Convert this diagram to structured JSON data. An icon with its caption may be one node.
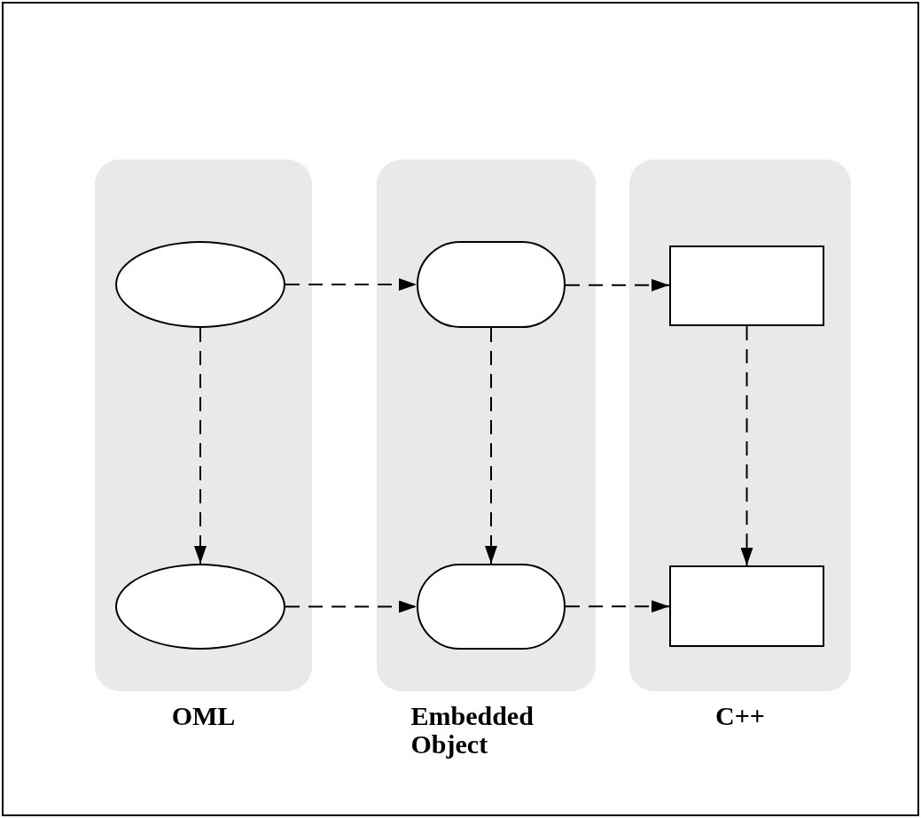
{
  "diagram": {
    "nodes": [
      {
        "text": [
          "OML"
        ]
      },
      {
        "text": [],
        "shape": "ellipse",
        "in": 0
      },
      {
        "text": [],
        "shape": "ellipse",
        "in": 0
      },
      {
        "text": [
          "Embedded Object"
        ]
      },
      {
        "text": [],
        "shape": "pill",
        "in": 3
      },
      {
        "text": [],
        "shape": "pill",
        "in": 3
      },
      {
        "text": [
          "C++"
        ]
      },
      {
        "text": [],
        "shape": "box",
        "in": 6
      },
      {
        "text": [],
        "shape": "box",
        "in": 6
      }
    ],
    "edges": [
      {
        "from": 1,
        "to": 4,
        "arrow": "to",
        "style": "dashed"
      },
      {
        "from": 4,
        "to": 7,
        "arrow": "to",
        "style": "dashed"
      },
      {
        "from": 1,
        "to": 2,
        "arrow": "to",
        "style": "dashed"
      },
      {
        "from": 4,
        "to": 5,
        "arrow": "to",
        "style": "dashed"
      },
      {
        "from": 7,
        "to": 8,
        "arrow": "to",
        "style": "dashed"
      },
      {
        "from": 2,
        "to": 5,
        "arrow": "to",
        "style": "dashed"
      },
      {
        "from": 5,
        "to": 8,
        "arrow": "to",
        "style": "dashed"
      }
    ]
  }
}
